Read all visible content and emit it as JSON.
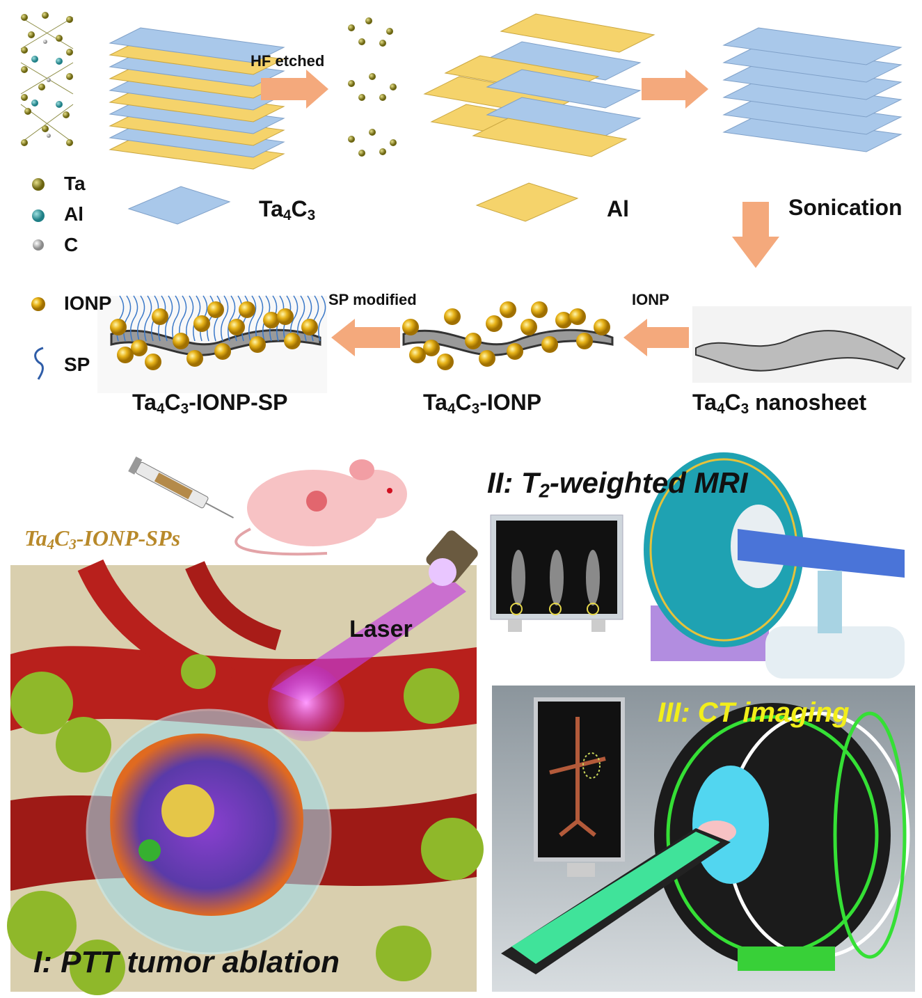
{
  "legend": {
    "ta": "Ta",
    "al": "Al",
    "c": "C",
    "ionp": "IONP",
    "sp": "SP"
  },
  "top": {
    "hf_etched": "HF etched",
    "ta4c3_base": "Ta",
    "ta4c3_sub1": "4",
    "ta4c3_mid": "C",
    "ta4c3_sub2": "3",
    "al_label": "Al",
    "sonication": "Sonication"
  },
  "middle": {
    "sp_modified": "SP modified",
    "ionp_arrow": "IONP",
    "product_sp": {
      "a": "Ta",
      "s1": "4",
      "b": "C",
      "s2": "3",
      "c": "-IONP-SP"
    },
    "product_ionp": {
      "a": "Ta",
      "s1": "4",
      "b": "C",
      "s2": "3",
      "c": "-IONP"
    },
    "product_sheet": {
      "a": "Ta",
      "s1": "4",
      "b": "C",
      "s2": "3",
      "c": " nanosheet"
    }
  },
  "bottom": {
    "agent": {
      "a": "Ta",
      "s1": "4",
      "b": "C",
      "s2": "3",
      "c": "-IONP-SPs"
    },
    "laser": "Laser",
    "panel1": "I: PTT tumor ablation",
    "panel2": {
      "a": "II: T",
      "s": "2",
      "b": "-weighted MRI"
    },
    "panel3": "III: CT imaging"
  },
  "colors": {
    "sheet_blue": "#a9c8ea",
    "sheet_yellow": "#f5d36b",
    "arrow": "#f4a97c",
    "ionp": "#e8b41a",
    "agent_text": "#b8892a",
    "ct_text": "#f2ee1a",
    "vessel": "#b8201c",
    "tumor": "#8fb82a",
    "laser": "#c23ce0"
  }
}
